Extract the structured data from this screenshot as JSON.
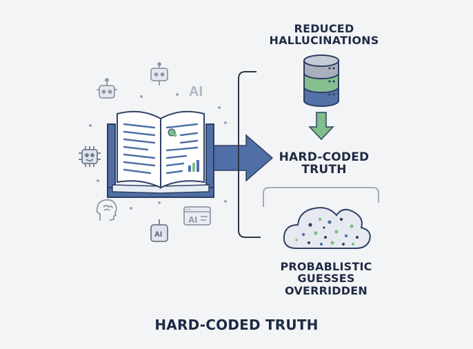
{
  "labels": {
    "top": [
      "REDUCED",
      "HALLUCINATIONS"
    ],
    "middle": [
      "HARD-CODED",
      "TRUTH"
    ],
    "bottom": [
      "PROBABLISTIC",
      "GUESSES",
      "OVERRIDDEN"
    ],
    "title": "HARD-CODED TRUTH"
  },
  "icon_text": {
    "ai_top": "AI",
    "ai_window": "AI",
    "ai_chip": "AI"
  },
  "icons": [
    "robot-head-icon",
    "robot-icon",
    "ai-text-icon",
    "robot-chip-icon",
    "brain-head-icon",
    "ai-window-icon",
    "ai-chip-icon",
    "open-book-icon",
    "database-icon",
    "cloud-icon",
    "arrow-right-icon",
    "arrow-down-icon"
  ],
  "colors": {
    "navy": "#1f2a44",
    "blue": "#4f6fa6",
    "blue_light": "#c9d6ec",
    "green": "#7fbf8a",
    "gray": "#9ea6b4",
    "gray_light": "#dfe3ea"
  }
}
